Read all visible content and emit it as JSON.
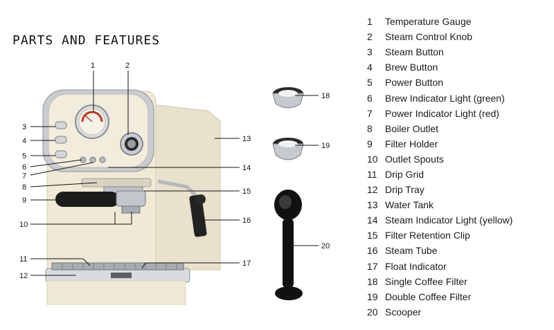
{
  "title": "PARTS AND FEATURES",
  "parts": [
    {
      "num": "1",
      "label": "Temperature Gauge"
    },
    {
      "num": "2",
      "label": "Steam Control Knob"
    },
    {
      "num": "3",
      "label": "Steam Button"
    },
    {
      "num": "4",
      "label": "Brew Button"
    },
    {
      "num": "5",
      "label": "Power Button"
    },
    {
      "num": "6",
      "label": "Brew Indicator Light (green)"
    },
    {
      "num": "7",
      "label": "Power Indicator Light (red)"
    },
    {
      "num": "8",
      "label": "Boiler Outlet"
    },
    {
      "num": "9",
      "label": "Filter Holder"
    },
    {
      "num": "10",
      "label": "Outlet Spouts"
    },
    {
      "num": "11",
      "label": "Drip Grid"
    },
    {
      "num": "12",
      "label": "Drip Tray"
    },
    {
      "num": "13",
      "label": "Water Tank"
    },
    {
      "num": "14",
      "label": "Steam Indicator Light (yellow)"
    },
    {
      "num": "15",
      "label": "Filter Retention Clip"
    },
    {
      "num": "16",
      "label": "Steam Tube"
    },
    {
      "num": "17",
      "label": "Float Indicator"
    },
    {
      "num": "18",
      "label": "Single Coffee Filter"
    },
    {
      "num": "19",
      "label": "Double Coffee Filter"
    },
    {
      "num": "20",
      "label": "Scooper"
    }
  ],
  "callouts": [
    "1",
    "2",
    "3",
    "4",
    "5",
    "6",
    "7",
    "8",
    "9",
    "10",
    "11",
    "12",
    "13",
    "14",
    "15",
    "16",
    "17",
    "18",
    "19",
    "20"
  ],
  "colors": {
    "machine_body": "#efe9d6",
    "chrome": "#b9bcc0",
    "handle": "#1c1c1c",
    "gauge_needle": "#c0392b"
  }
}
